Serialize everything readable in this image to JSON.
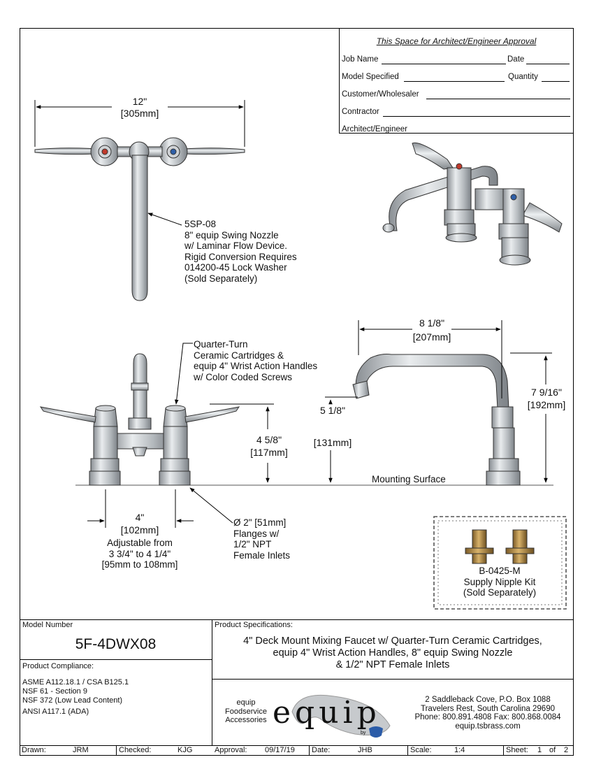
{
  "approval": {
    "title": "This Space for Architect/Engineer Approval",
    "job_name": "Job Name",
    "date": "Date",
    "model_specified": "Model Specified",
    "quantity": "Quantity",
    "customer": "Customer/Wholesaler",
    "contractor": "Contractor",
    "architect": "Architect/Engineer"
  },
  "top_view": {
    "width_in": "12\"",
    "width_mm": "[305mm]",
    "nozzle_note": [
      "5SP-08",
      "8\" equip Swing Nozzle",
      "w/ Laminar Flow Device.",
      "Rigid Conversion Requires",
      "014200-45 Lock Washer",
      "(Sold Separately)"
    ]
  },
  "front_view": {
    "handles_note": [
      "Quarter-Turn",
      "Ceramic Cartridges &",
      "equip 4\" Wrist Action Handles",
      "w/ Color Coded Screws"
    ],
    "height_in": "4 5/8\"",
    "height_mm": "[117mm]",
    "spacing_in": "4\"",
    "spacing_mm": "[102mm]",
    "adjustable": [
      "Adjustable from",
      "3 3/4\" to 4 1/4\"",
      "[95mm to 108mm]"
    ],
    "flange_note": [
      "Ø 2\" [51mm]",
      "Flanges w/",
      "1/2\" NPT",
      "Female Inlets"
    ]
  },
  "side_view": {
    "reach_in": "8 1/8\"",
    "reach_mm": "[207mm]",
    "outlet_in": "5 1/8\"",
    "outlet_mm": "[131mm]",
    "total_in": "7 9/16\"",
    "total_mm": "[192mm]",
    "mounting": "Mounting Surface"
  },
  "kit": {
    "lines": [
      "B-0425-M",
      "Supply Nipple Kit",
      "(Sold Separately)"
    ]
  },
  "model": {
    "label": "Model Number",
    "number": "5F-4DWX08"
  },
  "compliance": {
    "label": "Product Compliance:",
    "lines": [
      "ASME A112.18.1 / CSA B125.1",
      "NSF 61 - Section 9",
      "NSF 372 (Low Lead Content)",
      "ANSI A117.1 (ADA)"
    ]
  },
  "specs": {
    "label": "Product Specifications:",
    "lines": [
      "4\" Deck Mount Mixing Faucet w/ Quarter-Turn Ceramic Cartridges,",
      "equip 4\" Wrist Action Handles, 8\" equip Swing Nozzle",
      "& 1/2\" NPT Female Inlets"
    ]
  },
  "brand": {
    "tag": [
      "equip",
      "Foodservice",
      "Accessories"
    ],
    "logo": "equip",
    "by": "by",
    "address": [
      "2 Saddleback Cove, P.O. Box 1088",
      "Travelers Rest, South Carolina 29690",
      "Phone: 800.891.4808  Fax: 800.868.0084",
      "equip.tsbrass.com"
    ]
  },
  "footer": {
    "drawn_label": "Drawn:",
    "drawn": "JRM",
    "checked_label": "Checked:",
    "checked": "KJG",
    "approved_label": "Approval:",
    "approved": "09/17/19",
    "date_label": "Date:",
    "date": "JHB",
    "scale_label": "Scale:",
    "scale": "1:4",
    "sheet_label": "Sheet:",
    "sheet": "1",
    "of": "of",
    "sheets": "2"
  },
  "colors": {
    "line": "#000000",
    "metal": "#b8bcc0",
    "brass": "#b08a4a",
    "red": "#c0392b",
    "blue": "#2f5fa8",
    "logo_blue": "#2b5ca8"
  }
}
